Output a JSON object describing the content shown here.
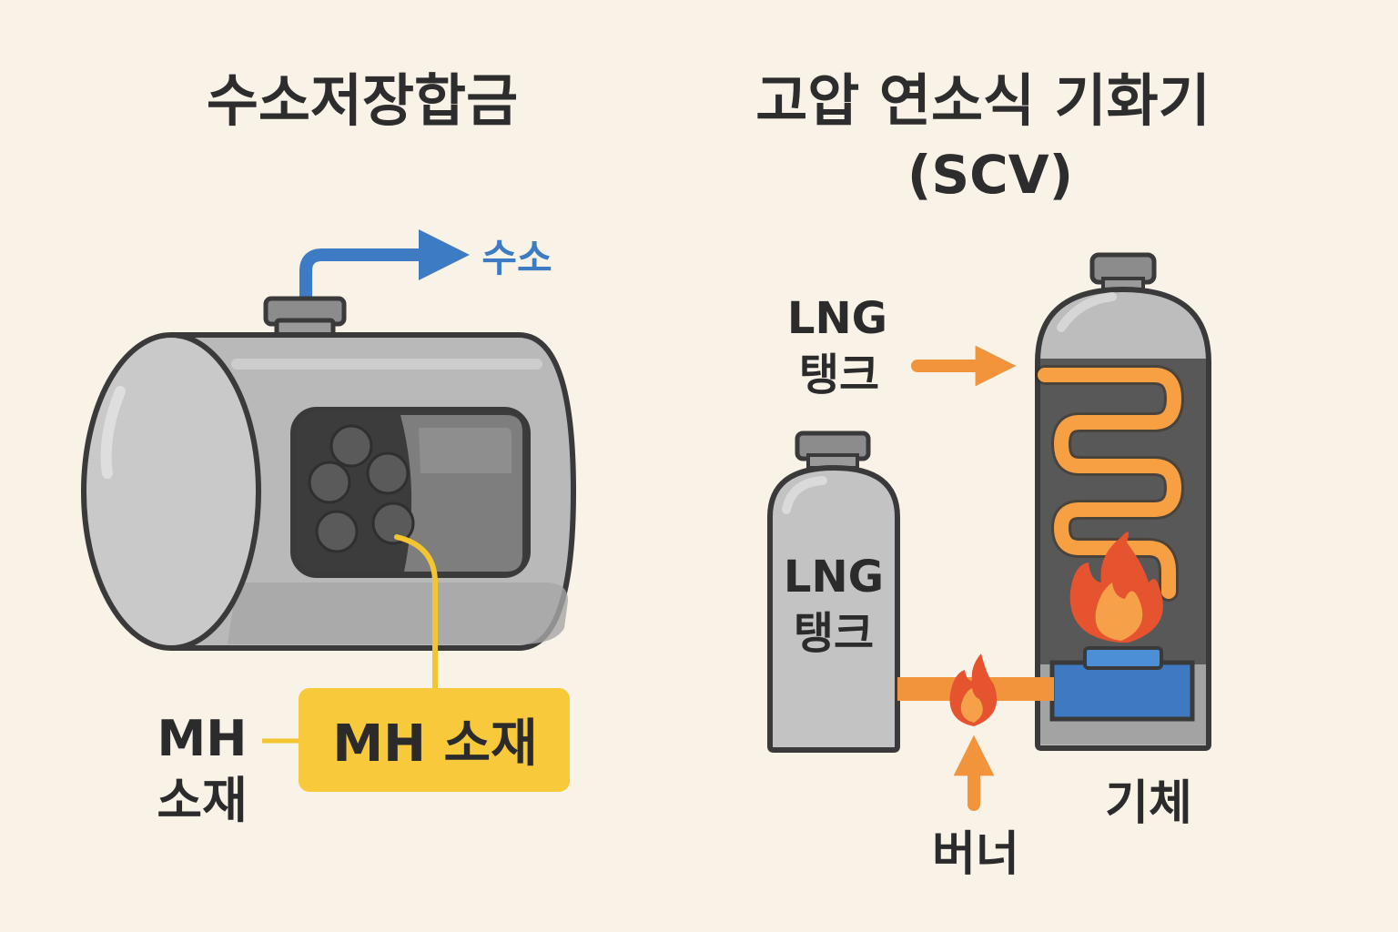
{
  "left_panel": {
    "title": "수소저장합금",
    "output_label": "수소",
    "callout_label": "MH 소재",
    "side_label_line1": "MH",
    "side_label_line2": "소재"
  },
  "right_panel": {
    "title_line1": "고압 연소식 기화기",
    "title_line2": "(SCV)",
    "input_label_line1": "LNG",
    "input_label_line2": "탱크",
    "tank_label_line1": "LNG",
    "tank_label_line2": "탱크",
    "burner_label": "버너",
    "output_label": "기체"
  },
  "colors": {
    "background": "#f8f2e7",
    "hydrogen_arrow": "#3d7cc4",
    "callout_fill": "#f8c93a",
    "callout_line": "#f2c531",
    "lng_arrow": "#f1943c",
    "coil": "#f6a043",
    "flame_outer": "#e5532f",
    "flame_inner": "#f6a04a",
    "burner_box": "#3f79c2"
  },
  "icons": [
    "hydrogen-tank-icon",
    "flame-icon",
    "coil-icon",
    "lng-tank-icon"
  ]
}
